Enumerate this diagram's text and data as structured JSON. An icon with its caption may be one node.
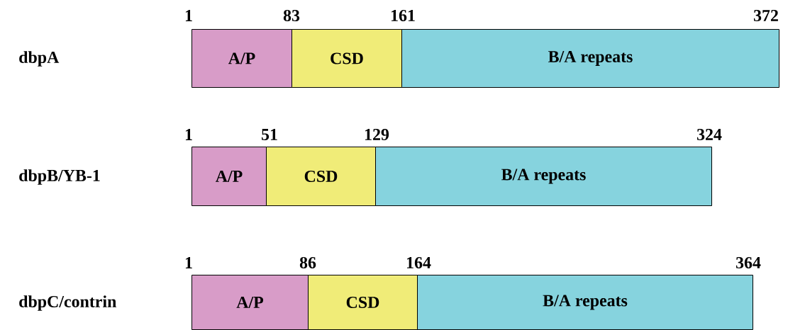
{
  "diagram": {
    "nodes": [
      {
        "text": [
          "A/P"
        ]
      },
      {
        "text": [
          "CSD"
        ]
      },
      {
        "text": [
          "B/A repeats"
        ]
      },
      {
        "text": [
          "A/P"
        ]
      },
      {
        "text": [
          "CSD"
        ]
      },
      {
        "text": [
          "B/A repeats"
        ]
      },
      {
        "text": [
          "A/P"
        ]
      },
      {
        "text": [
          "CSD"
        ]
      },
      {
        "text": [
          "B/A repeats"
        ]
      }
    ],
    "labels": [
      "1",
      "83",
      "161",
      "372",
      "dbpA",
      "1",
      "51",
      "129",
      "324",
      "dbpB/YB-1",
      "1",
      "86",
      "164",
      "364",
      "dbpC/contrin"
    ]
  }
}
